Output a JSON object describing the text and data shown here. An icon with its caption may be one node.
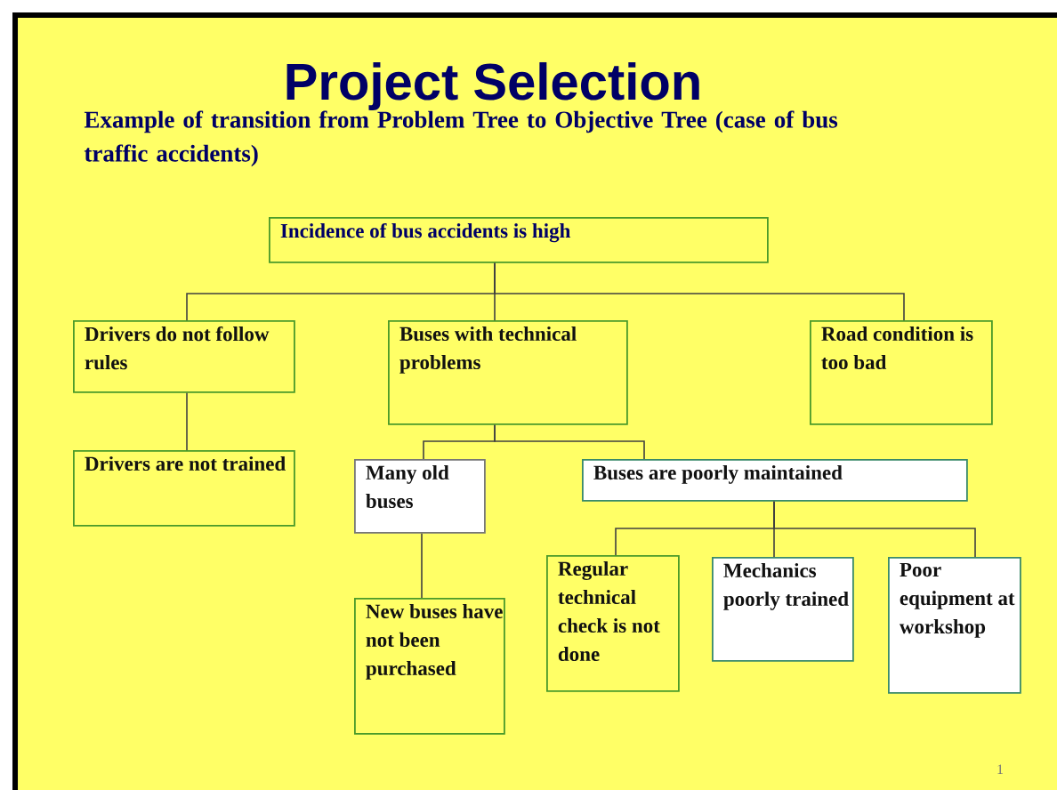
{
  "diagram": {
    "title": "Project Selection",
    "nodes": [
      {
        "text": [
          "Incidence of bus accidents is high"
        ]
      },
      {
        "text": [
          "Drivers do not follow rules"
        ]
      },
      {
        "text": [
          "Buses with technical problems"
        ]
      },
      {
        "text": [
          "Road condition is too bad"
        ]
      },
      {
        "text": [
          "Drivers are not trained"
        ]
      },
      {
        "text": [
          "Many old buses"
        ]
      },
      {
        "text": [
          "Buses are poorly maintained"
        ]
      },
      {
        "text": [
          "New buses have not been purchased"
        ]
      },
      {
        "text": [
          "Regular technical check is not done"
        ]
      },
      {
        "text": [
          "Mechanics poorly trained"
        ]
      },
      {
        "text": [
          "Poor equipment at workshop"
        ]
      }
    ],
    "edges": [
      {
        "from": 0,
        "to": 1,
        "arrow": "none"
      },
      {
        "from": 0,
        "to": 2,
        "arrow": "none"
      },
      {
        "from": 0,
        "to": 3,
        "arrow": "none"
      },
      {
        "from": 1,
        "to": 4,
        "arrow": "none"
      },
      {
        "from": 2,
        "to": 5,
        "arrow": "none"
      },
      {
        "from": 2,
        "to": 6,
        "arrow": "none"
      },
      {
        "from": 5,
        "to": 7,
        "arrow": "none"
      },
      {
        "from": 6,
        "to": 8,
        "arrow": "none"
      },
      {
        "from": 6,
        "to": 9,
        "arrow": "none"
      },
      {
        "from": 6,
        "to": 10,
        "arrow": "none"
      }
    ],
    "labels": [
      "Example of transition from Problem Tree to  Objective Tree (case of bus traffic accidents)",
      "1"
    ]
  }
}
